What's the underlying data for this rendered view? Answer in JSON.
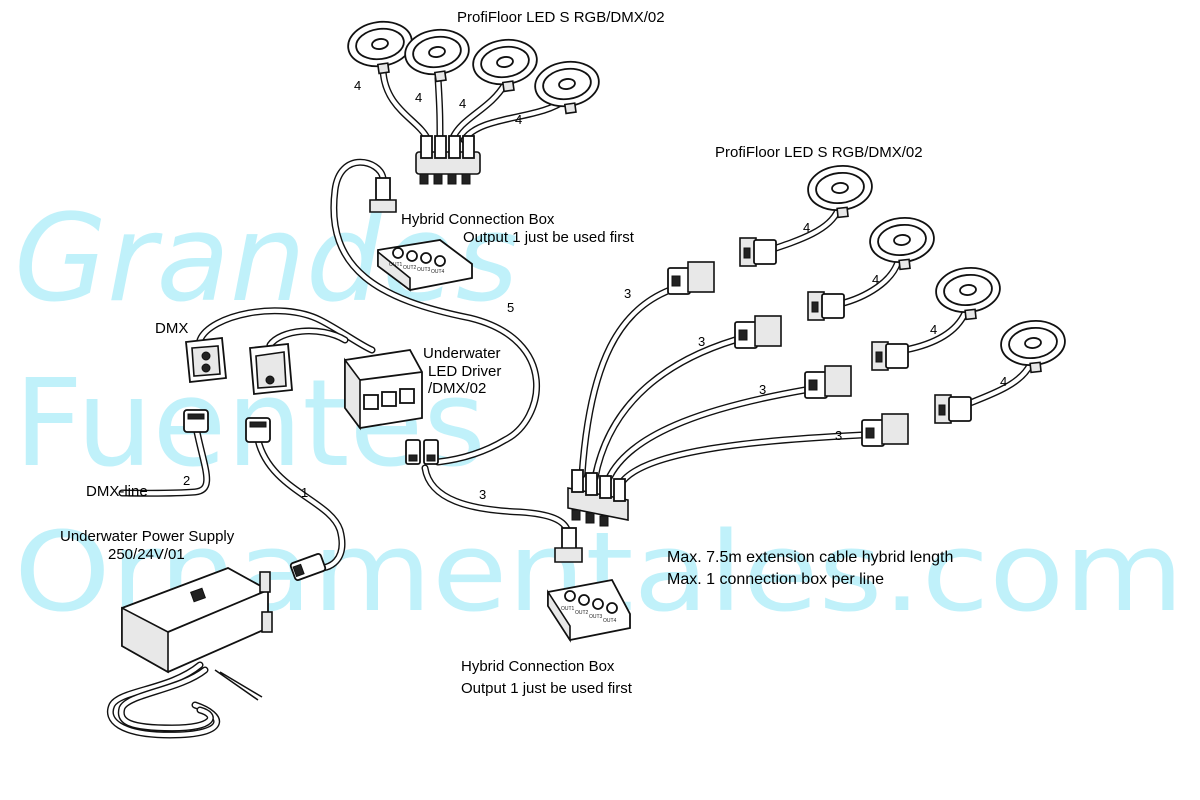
{
  "watermark": {
    "line1": "Grandes",
    "line2": "Fuentes",
    "line3": "Ornamentales.com",
    "color": "#2fd0f0"
  },
  "labels": {
    "profifloor_top": "ProfiFloor LED S RGB/DMX/02",
    "profifloor_right": "ProfiFloor LED S RGB/DMX/02",
    "hybrid_box_upper_line1": "Hybrid Connection Box",
    "hybrid_box_upper_line2": "Output 1 just be used first",
    "hybrid_box_lower_line1": "Hybrid Connection Box",
    "hybrid_box_lower_line2": "Output 1 just be used first",
    "dmx": "DMX",
    "dmx_line": "DMX-line",
    "driver_line1": "Underwater",
    "driver_line2": "LED Driver",
    "driver_line3": "/DMX/02",
    "psu_line1": "Underwater Power Supply",
    "psu_line2": "250/24V/01",
    "note_line1": "Max. 7.5m extension cable hybrid length",
    "note_line2": "Max. 1 connection box per line",
    "box_outputs": [
      "OUT1",
      "OUT2",
      "OUT3",
      "OUT4"
    ]
  },
  "cable_numbers": {
    "top_lights": [
      "4",
      "4",
      "4",
      "4"
    ],
    "right_lights": [
      "4",
      "4",
      "4",
      "4"
    ],
    "right_extensions": [
      "3",
      "3",
      "3",
      "3"
    ],
    "driver_to_top": "5",
    "driver_to_lower_box": "3",
    "dmx_line": "2",
    "power": "1"
  }
}
